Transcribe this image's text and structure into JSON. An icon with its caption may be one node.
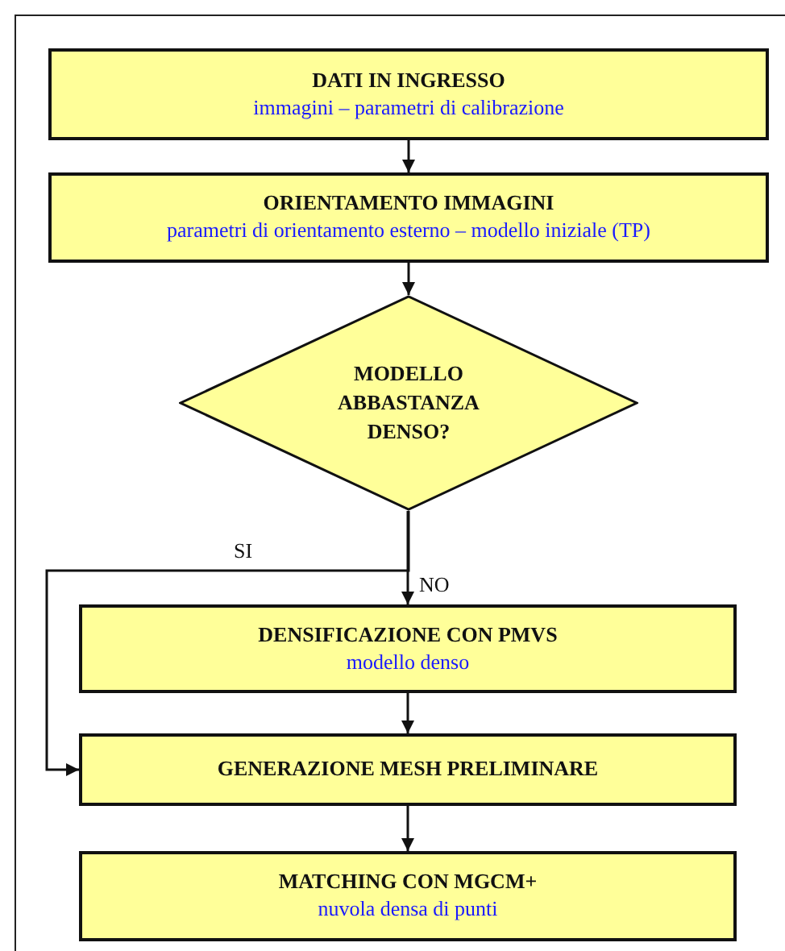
{
  "diagram": {
    "nodes": [
      {
        "text": [
          "DATI IN INGRESSO",
          "immagini – parametri di calibrazione"
        ]
      },
      {
        "text": [
          "ORIENTAMENTO IMMAGINI",
          "parametri di orientamento esterno – modello iniziale (TP)"
        ]
      },
      {
        "text": [
          "MODELLO ABBASTANZA DENSO?"
        ]
      },
      {
        "text": [
          "DENSIFICAZIONE CON PMVS",
          "modello denso"
        ]
      },
      {
        "text": [
          "GENERAZIONE MESH PRELIMINARE"
        ]
      },
      {
        "text": [
          "MATCHING CON MGCM+",
          "nuvola densa di punti"
        ]
      }
    ],
    "edges": [
      {
        "from": 0,
        "to": 1,
        "arrow": "to"
      },
      {
        "from": 1,
        "to": 2,
        "arrow": "to"
      },
      {
        "from": 2,
        "to": 3,
        "arrow": "to",
        "label": "NO"
      },
      {
        "from": 2,
        "to": 4,
        "arrow": "to",
        "label": "SI"
      },
      {
        "from": 3,
        "to": 4,
        "arrow": "to"
      },
      {
        "from": 4,
        "to": 5,
        "arrow": "to"
      }
    ]
  }
}
